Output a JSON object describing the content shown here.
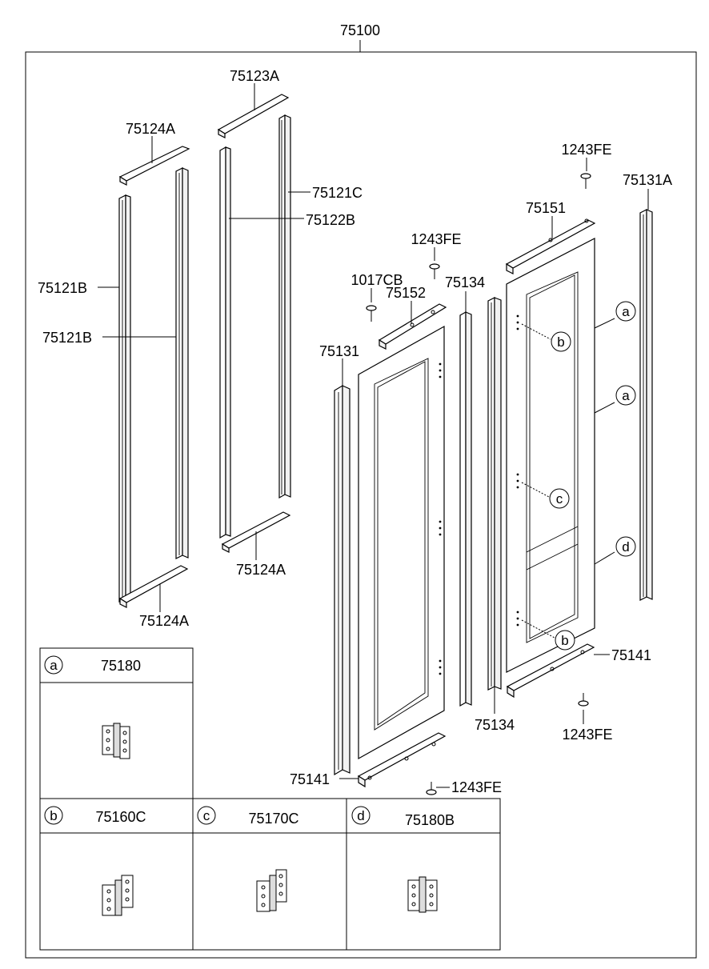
{
  "assembly_label": "75100",
  "parts": {
    "p75123A": "75123A",
    "p75124A_top": "75124A",
    "p75121C": "75121C",
    "p75122B": "75122B",
    "p75121B_outer": "75121B",
    "p75121B_inner": "75121B",
    "p75124A_mid": "75124A",
    "p75124A_bottom": "75124A",
    "p1243FE_top_right": "1243FE",
    "p75131A": "75131A",
    "p75151": "75151",
    "p1243FE_mid": "1243FE",
    "p1017CB": "1017CB",
    "p75152": "75152",
    "p75134_upper": "75134",
    "p75131": "75131",
    "p75141_right": "75141",
    "p75134_lower": "75134",
    "p1243FE_right_bottom": "1243FE",
    "p75141_left": "75141",
    "p1243FE_bottom": "1243FE"
  },
  "callouts": {
    "a1": "a",
    "a2": "a",
    "b1": "b",
    "c1": "c",
    "d1": "d",
    "b2": "b"
  },
  "legend": {
    "a": {
      "letter": "a",
      "part": "75180"
    },
    "b": {
      "letter": "b",
      "part": "75160C"
    },
    "c": {
      "letter": "c",
      "part": "75170C"
    },
    "d": {
      "letter": "d",
      "part": "75180B"
    }
  }
}
